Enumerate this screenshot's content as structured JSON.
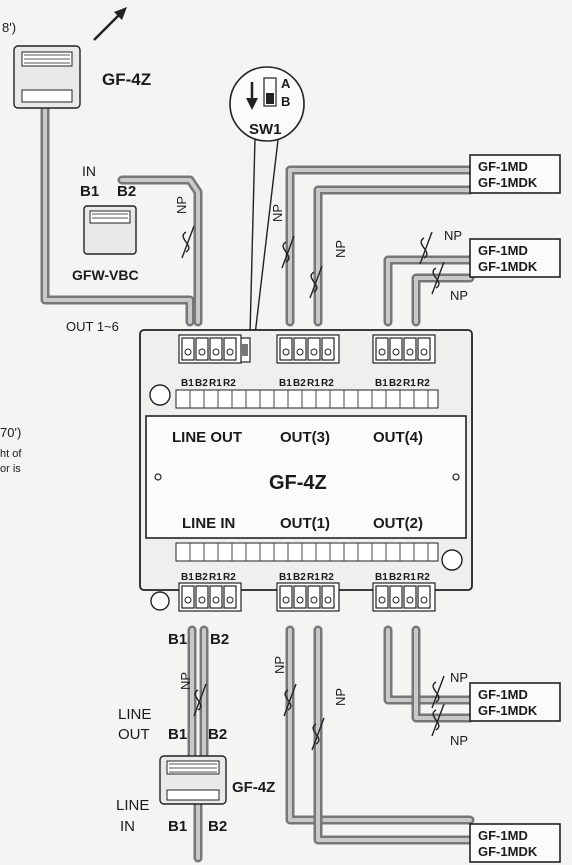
{
  "top": {
    "corner_text": "8')",
    "upper_device": "GF-4Z",
    "in_label": "IN",
    "b1": "B1",
    "b2": "B2",
    "np": "NP",
    "adapter": "GFW-VBC",
    "out_range": "OUT 1~6",
    "switch_a": "A",
    "switch_b": "B",
    "switch_name": "SW1"
  },
  "left_margin": {
    "line1": "70')",
    "line2": "ht of",
    "line3": "or is"
  },
  "main_unit": {
    "name": "GF-4Z",
    "line_out": "LINE OUT",
    "out3": "OUT(3)",
    "out4": "OUT(4)",
    "line_in": "LINE IN",
    "out1": "OUT(1)",
    "out2": "OUT(2)",
    "terminal_labels": [
      "B1",
      "B2",
      "R1",
      "R2"
    ]
  },
  "right_devices": {
    "box1": [
      "GF-1MD",
      "GF-1MDK"
    ],
    "box2": [
      "GF-1MD",
      "GF-1MDK"
    ],
    "box3": [
      "GF-1MD",
      "GF-1MDK"
    ],
    "box4": [
      "GF-1MD",
      "GF-1MDK"
    ],
    "np": "NP"
  },
  "bottom": {
    "b1": "B1",
    "b2": "B2",
    "np": "NP",
    "line_out_1": "LINE",
    "line_out_2": "OUT",
    "lower_device": "GF-4Z",
    "line_in_1": "LINE",
    "line_in_2": "IN",
    "lb1": "B1",
    "lb2": "B2"
  }
}
